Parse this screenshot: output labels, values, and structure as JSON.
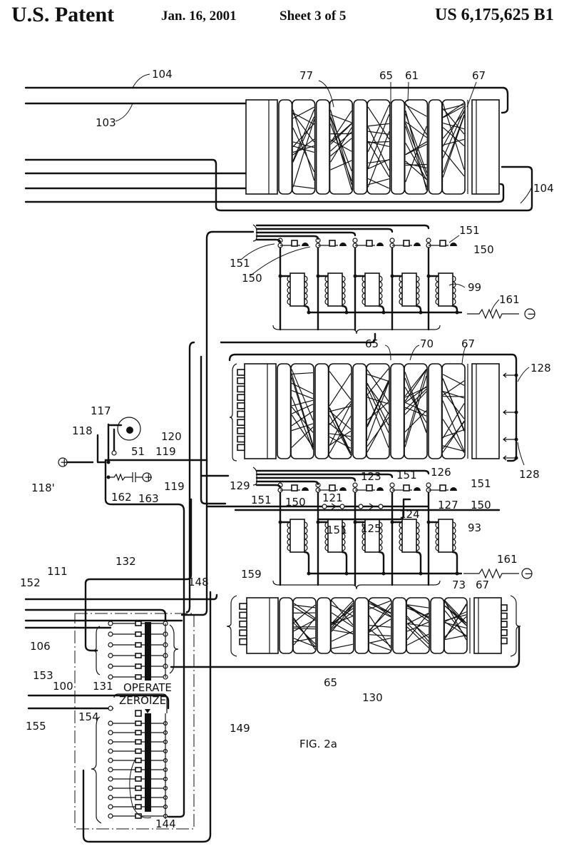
{
  "header": {
    "title": "U.S. Patent",
    "date": "Jan. 16, 2001",
    "sheet": "Sheet 3 of 5",
    "patent_number": "US 6,175,625 B1"
  },
  "figure": {
    "caption": "FIG. 2a",
    "switch_labels": {
      "operate": "OPERATE",
      "zeroize": "ZEROIZE"
    },
    "rotor_stacks": [
      {
        "name": "top-rotor-stack",
        "labels": [
          "77",
          "65",
          "61",
          "67"
        ],
        "wire_labels": [
          "104",
          "103",
          "104"
        ]
      },
      {
        "name": "middle-rotor-stack",
        "labels": [
          "65",
          "70",
          "67",
          "128",
          "128"
        ]
      },
      {
        "name": "bottom-rotor-stack",
        "labels": [
          "73",
          "67",
          "65",
          "130"
        ]
      }
    ],
    "relay_banks": [
      {
        "name": "upper-relay-bank",
        "labels": [
          "151",
          "150",
          "151",
          "150",
          "99",
          "161"
        ]
      },
      {
        "name": "lower-relay-bank",
        "labels": [
          "129",
          "151",
          "150",
          "121",
          "123",
          "151",
          "125",
          "124",
          "151",
          "126",
          "127",
          "151",
          "150",
          "93",
          "161"
        ]
      }
    ],
    "reference_numerals": [
      {
        "id": "n104a",
        "text": "104"
      },
      {
        "id": "n103",
        "text": "103"
      },
      {
        "id": "n77",
        "text": "77"
      },
      {
        "id": "n65a",
        "text": "65"
      },
      {
        "id": "n61",
        "text": "61"
      },
      {
        "id": "n67a",
        "text": "67"
      },
      {
        "id": "n104b",
        "text": "104"
      },
      {
        "id": "n151a",
        "text": "151"
      },
      {
        "id": "n150a",
        "text": "150"
      },
      {
        "id": "n151b",
        "text": "151"
      },
      {
        "id": "n150b",
        "text": "150"
      },
      {
        "id": "n99",
        "text": "99"
      },
      {
        "id": "n161a",
        "text": "161"
      },
      {
        "id": "n65b",
        "text": "65"
      },
      {
        "id": "n70",
        "text": "70"
      },
      {
        "id": "n67b",
        "text": "67"
      },
      {
        "id": "n128a",
        "text": "128"
      },
      {
        "id": "n128b",
        "text": "128"
      },
      {
        "id": "n117",
        "text": "117"
      },
      {
        "id": "n118",
        "text": "118"
      },
      {
        "id": "n51",
        "text": "51"
      },
      {
        "id": "n120",
        "text": "120"
      },
      {
        "id": "n119a",
        "text": "119"
      },
      {
        "id": "n119b",
        "text": "119"
      },
      {
        "id": "n118p",
        "text": "118'"
      },
      {
        "id": "n162",
        "text": "162"
      },
      {
        "id": "n163",
        "text": "163"
      },
      {
        "id": "n129",
        "text": "129"
      },
      {
        "id": "n151c",
        "text": "151"
      },
      {
        "id": "n150c",
        "text": "150"
      },
      {
        "id": "n121",
        "text": "121"
      },
      {
        "id": "n123",
        "text": "123"
      },
      {
        "id": "n151d",
        "text": "151"
      },
      {
        "id": "n125",
        "text": "125"
      },
      {
        "id": "n124",
        "text": "124"
      },
      {
        "id": "n151e",
        "text": "151"
      },
      {
        "id": "n126",
        "text": "126"
      },
      {
        "id": "n127",
        "text": "127"
      },
      {
        "id": "n151f",
        "text": "151"
      },
      {
        "id": "n150d",
        "text": "150"
      },
      {
        "id": "n93",
        "text": "93"
      },
      {
        "id": "n161b",
        "text": "161"
      },
      {
        "id": "n132",
        "text": "132"
      },
      {
        "id": "n148",
        "text": "148"
      },
      {
        "id": "n159",
        "text": "159"
      },
      {
        "id": "n111",
        "text": "111"
      },
      {
        "id": "n152",
        "text": "152"
      },
      {
        "id": "n106",
        "text": "106"
      },
      {
        "id": "n73",
        "text": "73"
      },
      {
        "id": "n67c",
        "text": "67"
      },
      {
        "id": "n153",
        "text": "153"
      },
      {
        "id": "n100",
        "text": "100"
      },
      {
        "id": "n131",
        "text": "131"
      },
      {
        "id": "n65c",
        "text": "65"
      },
      {
        "id": "n130",
        "text": "130"
      },
      {
        "id": "n155",
        "text": "155"
      },
      {
        "id": "n154",
        "text": "154"
      },
      {
        "id": "n149",
        "text": "149"
      },
      {
        "id": "n144",
        "text": "144"
      }
    ],
    "terminal_symbols": {
      "positive": "+",
      "negative": "−"
    }
  }
}
